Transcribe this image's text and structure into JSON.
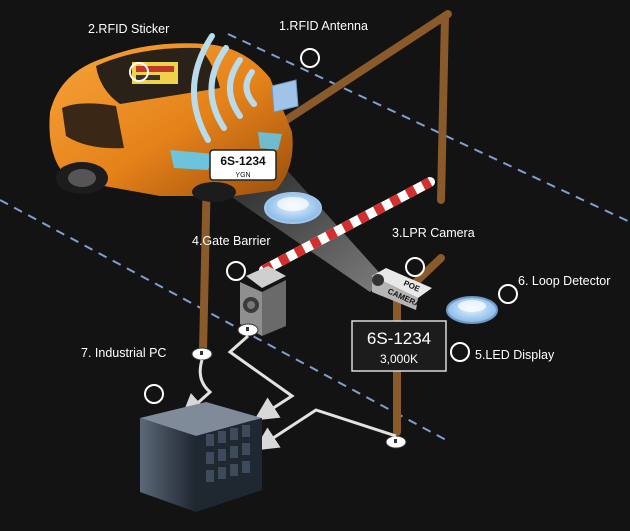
{
  "components": [
    {
      "id": "rfid-antenna",
      "label": "1.RFID Antenna"
    },
    {
      "id": "rfid-sticker",
      "label": "2.RFID Sticker"
    },
    {
      "id": "lpr-camera",
      "label": "3.LPR Camera"
    },
    {
      "id": "gate-barrier",
      "label": "4.Gate Barrier"
    },
    {
      "id": "led-display",
      "label": "5.LED Display"
    },
    {
      "id": "loop-detector",
      "label": "6. Loop Detector"
    },
    {
      "id": "industrial-pc",
      "label": "7. Industrial PC"
    }
  ],
  "car_plate": {
    "number": "6S-1234",
    "region": "YGN"
  },
  "camera_text": {
    "line1": "POE",
    "line2": "CAMERA"
  },
  "led_display": {
    "plate": "6S-1234",
    "fee": "3,000K"
  },
  "colors": {
    "background": "#131313",
    "pole": "#8a5a2b",
    "car_body": "#ee8a1c",
    "barrier_red": "#d32f2f",
    "road_line": "#7f9fd0",
    "label_text": "#ffffff"
  }
}
